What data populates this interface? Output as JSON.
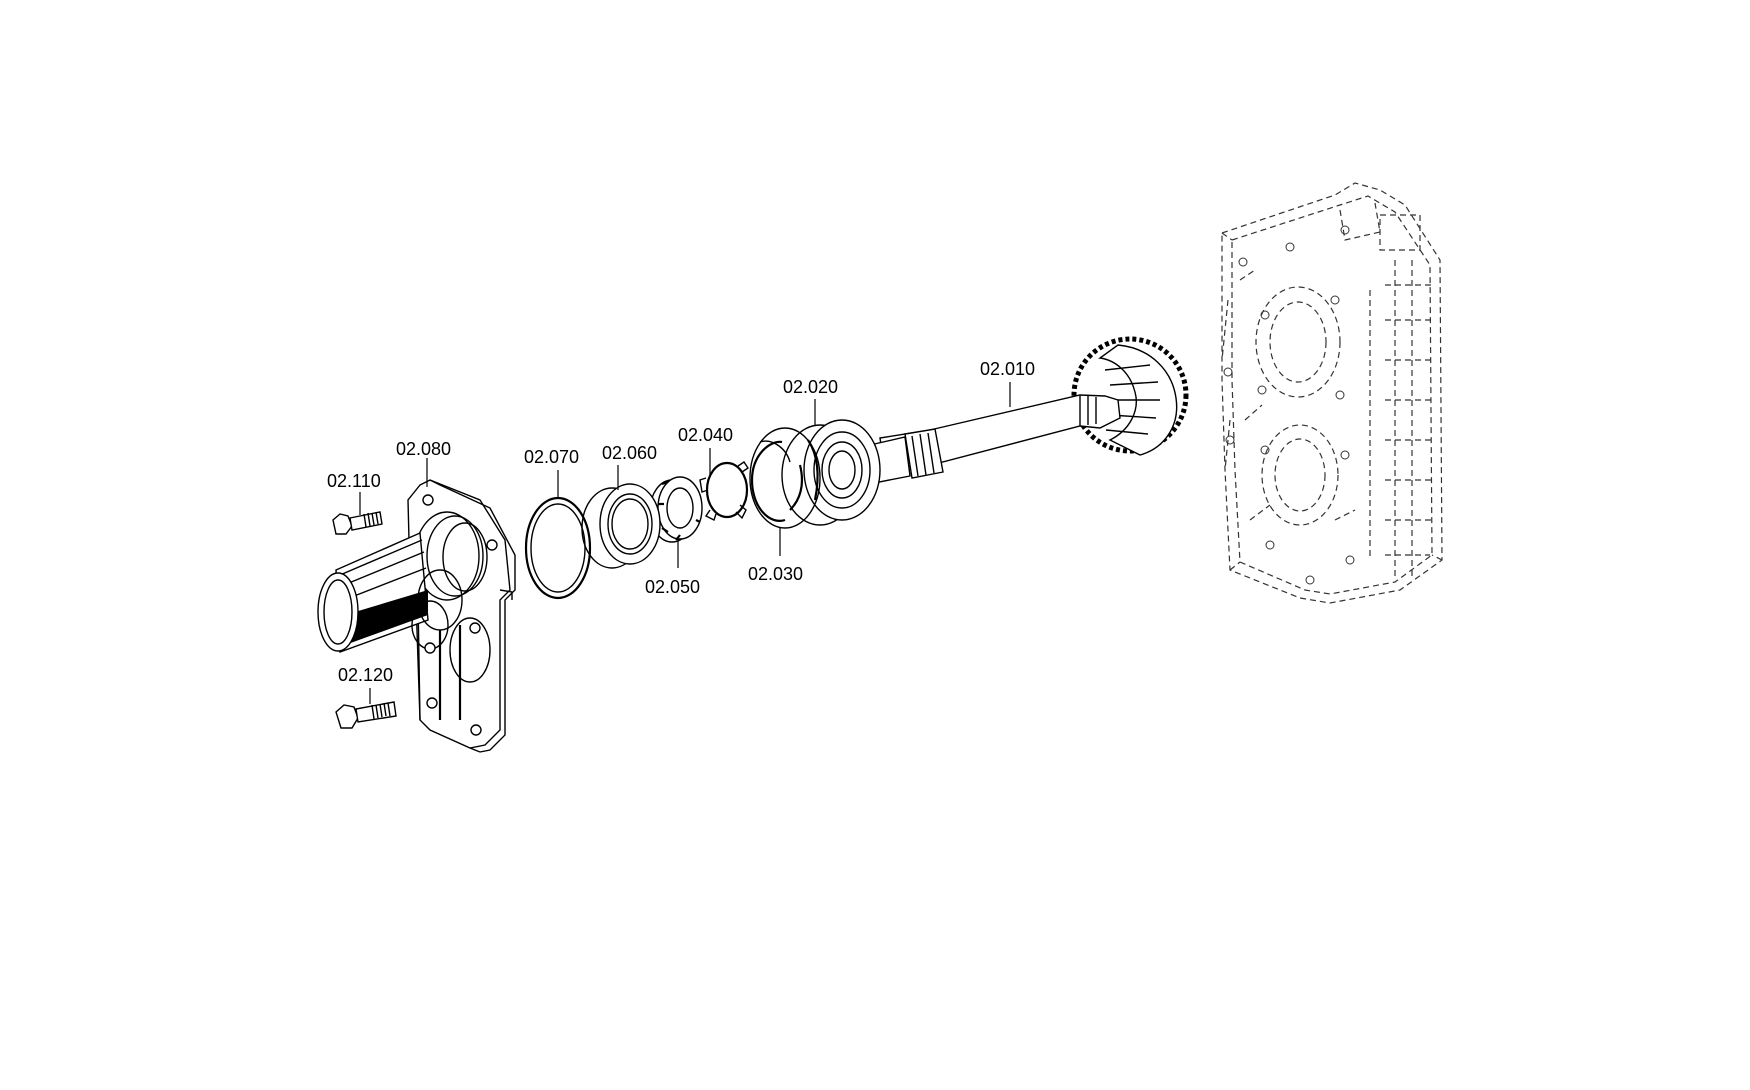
{
  "diagram": {
    "part_labels": [
      {
        "id": "shaft",
        "text": "02.010"
      },
      {
        "id": "bearing",
        "text": "02.020"
      },
      {
        "id": "snap-ring",
        "text": "02.030"
      },
      {
        "id": "lock-washer",
        "text": "02.040"
      },
      {
        "id": "slotted-nut",
        "text": "02.050"
      },
      {
        "id": "seal-ring",
        "text": "02.060"
      },
      {
        "id": "o-ring",
        "text": "02.070"
      },
      {
        "id": "cover",
        "text": "02.080"
      },
      {
        "id": "bolt-upper",
        "text": "02.110"
      },
      {
        "id": "bolt-lower",
        "text": "02.120"
      }
    ]
  }
}
